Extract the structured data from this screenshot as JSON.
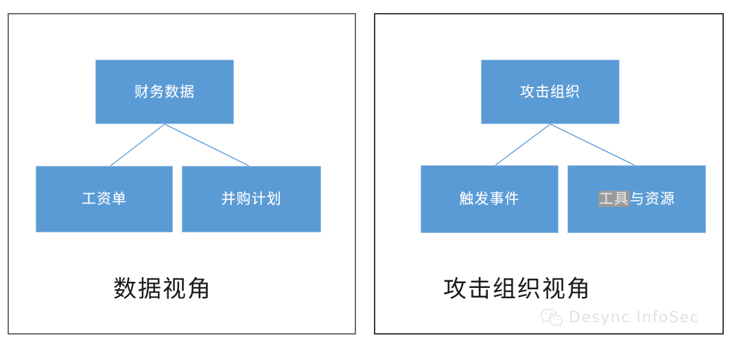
{
  "diagram": {
    "type": "two-panel-hierarchy",
    "colors": {
      "node_fill": "#5b9bd5",
      "node_border": "#9dc3e6",
      "node_text": "#ffffff",
      "connector": "#5b9bd5",
      "panel_border_left": "#6e6e6e",
      "panel_border_right": "#3a3a3a",
      "caption_text": "#1a1a1a",
      "selection_highlight": "#9a9a9a",
      "watermark_text": "#c9c9c9"
    },
    "panels": [
      {
        "id": "data-perspective",
        "caption": "数据视角",
        "root": {
          "label": "财务数据"
        },
        "children": [
          {
            "label": "工资单"
          },
          {
            "label": "并购计划"
          }
        ]
      },
      {
        "id": "attacker-perspective",
        "caption": "攻击组织视角",
        "root": {
          "label": "攻击组织"
        },
        "children": [
          {
            "label": "触发事件"
          },
          {
            "label_selected": "工具",
            "label_rest": "与资源",
            "label": "工具与资源"
          }
        ]
      }
    ]
  },
  "watermark": {
    "text": "Desync InfoSec",
    "icon": "wechat-icon"
  }
}
